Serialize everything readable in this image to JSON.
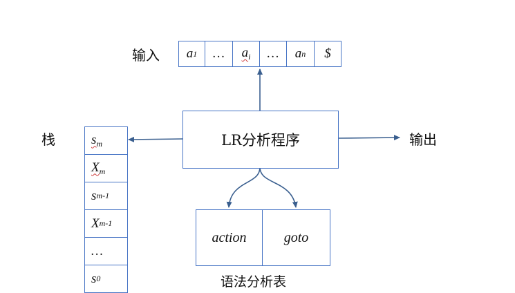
{
  "labels": {
    "input": "输入",
    "stack": "栈",
    "output": "输出",
    "program": "LR分析程序",
    "table": "语法分析表"
  },
  "input_tape": [
    {
      "base": "a",
      "sub": "1"
    },
    {
      "base": "…",
      "sub": ""
    },
    {
      "base": "a",
      "sub": "i"
    },
    {
      "base": "…",
      "sub": ""
    },
    {
      "base": "a",
      "sub": "n"
    },
    {
      "base": "$",
      "sub": ""
    }
  ],
  "stack_cells": [
    {
      "base": "s",
      "sub": "m"
    },
    {
      "base": "X",
      "sub": "m"
    },
    {
      "base": "s",
      "sub": "m-1"
    },
    {
      "base": "X",
      "sub": "m-1"
    },
    {
      "base": "…",
      "sub": ""
    },
    {
      "base": "s",
      "sub": "0"
    }
  ],
  "parse_table": {
    "action": "action",
    "goto": "goto"
  },
  "colors": {
    "border": "#4472c4",
    "arrow": "#3a5f8f"
  }
}
